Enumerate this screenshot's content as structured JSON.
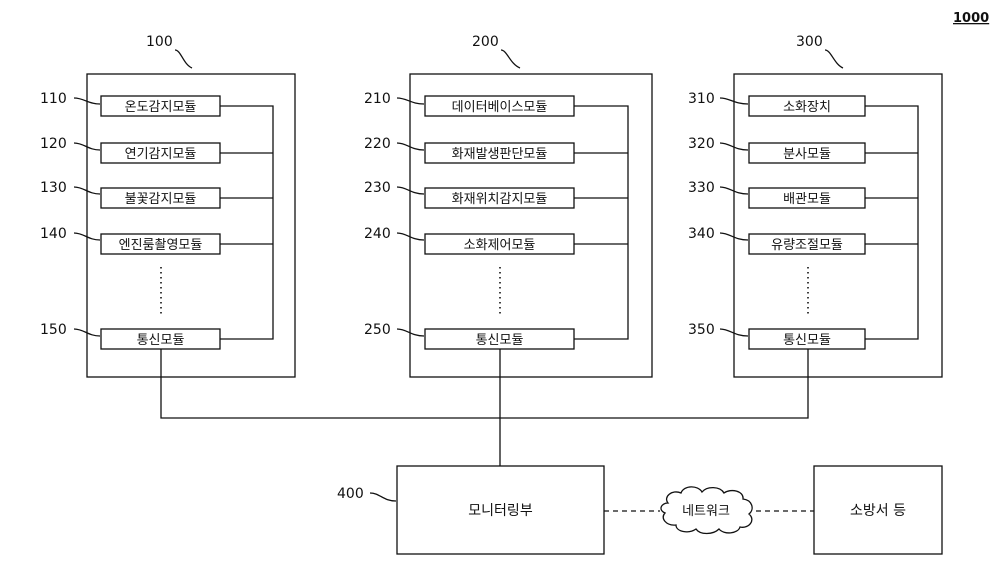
{
  "figure_number": "1000",
  "groups": [
    {
      "ref": "100",
      "modules": [
        {
          "ref": "110",
          "label": "온도감지모듈"
        },
        {
          "ref": "120",
          "label": "연기감지모듈"
        },
        {
          "ref": "130",
          "label": "불꽃감지모듈"
        },
        {
          "ref": "140",
          "label": "엔진룸촬영모듈"
        }
      ],
      "comm": {
        "ref": "150",
        "label": "통신모듈"
      }
    },
    {
      "ref": "200",
      "modules": [
        {
          "ref": "210",
          "label": "데이터베이스모듈"
        },
        {
          "ref": "220",
          "label": "화재발생판단모듈"
        },
        {
          "ref": "230",
          "label": "화재위치감지모듈"
        },
        {
          "ref": "240",
          "label": "소화제어모듈"
        }
      ],
      "comm": {
        "ref": "250",
        "label": "통신모듈"
      }
    },
    {
      "ref": "300",
      "modules": [
        {
          "ref": "310",
          "label": "소화장치"
        },
        {
          "ref": "320",
          "label": "분사모듈"
        },
        {
          "ref": "330",
          "label": "배관모듈"
        },
        {
          "ref": "340",
          "label": "유량조절모듈"
        }
      ],
      "comm": {
        "ref": "350",
        "label": "통신모듈"
      }
    }
  ],
  "monitor": {
    "ref": "400",
    "label": "모니터링부"
  },
  "network": {
    "label": "네트워크"
  },
  "fire_station": {
    "label": "소방서 등"
  }
}
